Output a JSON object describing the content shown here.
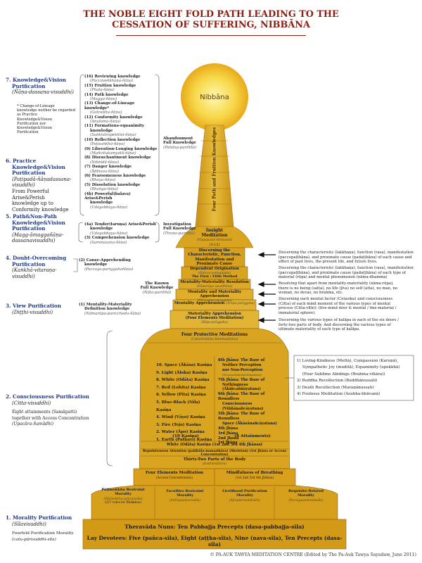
{
  "title_line1": "THE NOBLE EIGHT FOLD PATH LEADING TO THE",
  "title_line2": "CESSATION OF SUFFERING, NIBBĀNA",
  "nibbana": "Nibbāna",
  "tower_label": "Four Path and Fruition Knowledges",
  "stages": {
    "s7": {
      "h1": "7. Knowledge&Vision",
      "h2": "Purification",
      "p": "(Ñāṇa-dassana-visuddhi)"
    },
    "note": [
      "* Change-of-Lineage",
      "knowledge neither be regarded",
      "as Practice",
      "Knowledge&Vision",
      "Purification nor",
      "Knowledge&Vision",
      "Purification"
    ],
    "s6": {
      "h1": "6. Practice",
      "h2": "Knowledge&Vision",
      "h3": "Purification",
      "p1": "(Paṭipadā-ñāṇadassana-",
      "p2": "visuddhi)",
      "n1": "From Powerful Arise&Perish",
      "n2": "knowledge up to",
      "n3": "Conformity knowledge"
    },
    "s5": {
      "h1": "5. Path&Non-Path",
      "h2": "Knowledge&Vision",
      "h3": "Purification",
      "p1": "(Magg-āmaggañāṇa-",
      "p2": "dassanavisuddhi)"
    },
    "s4": {
      "h1": "4. Doubt-Overcoming",
      "h2": "Purification",
      "p1": "(Kaṅkhā-vitaraṇa-",
      "p2": "visuddhi)"
    },
    "s3": {
      "h1": "3. View Purification",
      "p1": "(Diṭṭhi-visuddhi)"
    },
    "s2": {
      "h1": "2. Consciousness Purification",
      "p1": "(Citta-visuddhi)",
      "n1": "Eight attainments (Samāpatti)",
      "n2": "together with Access Concentration",
      "n3": "(Upacāra-Samādhi)"
    },
    "s1": {
      "h1": "1. Morality Purification",
      "p1": "(Sīlavisuddhi)",
      "n1": "Fourfold Purification Morality",
      "n2": "(catu-pārisuddhi-sīla)"
    }
  },
  "knowledges": [
    {
      "k": "(16) Reviewing knowledge",
      "p": "(Paccavekkhaṇa-ñāṇa)"
    },
    {
      "k": "(15) Fruition knowledge",
      "p": "(Phala-ñāṇa)"
    },
    {
      "k": "(14) Path knowledge",
      "p": "(Magga-ñāṇa)"
    },
    {
      "k": "(13) Change-of-Lineage knowledge*",
      "p": "(Gotrabhu-ñāṇa)"
    },
    {
      "k": "(12) Conformity knowledge",
      "p": "(Anuloma-ñāṇa)"
    },
    {
      "k": "(11) Formations-equanimity",
      "k2": "knowledge",
      "p": "(Saṅkhārupekkhā-ñāṇa)"
    },
    {
      "k": "(10) Reflection knowledge",
      "p": "(Paṭisaṅkhā-ñāṇa)"
    },
    {
      "k": "(9) Liberation-Longing knowledge",
      "p": "(Muñcitukamyatā-ñāṇa)"
    },
    {
      "k": "(8) Disenchantment knowledge",
      "p": "(Nibbidā-ñāṇa)"
    },
    {
      "k": "(7) Danger knowledge",
      "p": "(Ādīnava-ñāṇa)"
    },
    {
      "k": "(6) Fearsomeness knowledge",
      "p": "(Bhaya-ñāṇa)"
    },
    {
      "k": "(5) Dissolution knowledge",
      "p": "(Bhaṅga-ñāṇa)"
    },
    {
      "k": "(4b) Powerful(balava) Arise&Perish",
      "k2": "knowledge",
      "p": "(Udayabbaya-ñāṇa)"
    }
  ],
  "knowledges_lower": [
    {
      "k": "(4a) Tender(taruṇa) Arise&Perish",
      "k2": "knowledge",
      "p": "(Udayabbaya-ñāṇa)"
    },
    {
      "k": "(3) Comprehension knowledge",
      "p": "(Sammasana-ñāṇa)"
    }
  ],
  "cause_knowledge": {
    "k": "(2) Cause-Apprehending",
    "k2": "knowledge",
    "p": "(Paccaya-pariggahañāṇa)"
  },
  "mentality_knowledge": {
    "k": "(1) Mentality-Materiality",
    "k2": "Definition knowledge",
    "p": "(Nāmarūpa-pariccheda-ñāṇa)"
  },
  "mid_labels": {
    "abandonment": [
      "Abandonment",
      "Full Knowledge"
    ],
    "abandonment_p": "(Pahāna-pariññā)",
    "investigation": [
      "Investigation",
      "Full Knowledge"
    ],
    "investigation_p": "(Tīraṇa-pariññā)",
    "known": [
      "The Known",
      "Full Knowledge"
    ],
    "known_p": "(Ñāta-pariññā)"
  },
  "pyramid": {
    "insight": [
      "Insight",
      "Meditation"
    ],
    "insight_p": "(Vipassanā-bhāvanā)",
    "insight_n": "(3-12)",
    "disc1": [
      "Discerning the",
      "Characteristic, Function,",
      "Manifestation and",
      "Proximate Cause"
    ],
    "dep": "Dependent Origination",
    "dep_p": "(Paṭicca-samuppāda)",
    "dep_m": "The First / Fifth Method",
    "mm_res": "Mentality-Materiality Resolution",
    "mm_res_p": "(Nāmarūpa-vavatthāna)",
    "mm_app": "Mentality and Materiality Apprehension",
    "mm_app_p": "(Nāmarūpa-pariggaha)",
    "m_app": "Mentality Apprehension",
    "m_app_p": "(Arūpa-pariggaha)",
    "mat_app": "Materiality Apprehension",
    "mat_app2": "(Four Elements Meditation)",
    "mat_app_p": "(Rūpa-pariggaha)",
    "four_prot": "Four Protective Meditations",
    "four_prot_p": "(Caturārakkha Kammaṭṭhāna)",
    "kasina": [
      "10. Space (Ākāsa) Kasiṇa",
      "9. Light (Āloka) Kasiṇa",
      "8. White (Odāta) Kasiṇa",
      "7. Red (Lohita) Kasiṇa",
      "6. Yellow (Pīta) Kasiṇa",
      "5. Blue-Black (Nīla) Kasiṇa",
      "4. Wind (Vāyo) Kasiṇa",
      "3. Fire (Tejo) Kasiṇa",
      "2. Water (Āpo) Kasiṇa",
      "1. Earth (Pathavī) Kasiṇa"
    ],
    "jhanas": [
      "8th Jhāna: The Base of",
      "Neither Perception",
      "nor Non-Perception",
      "(Nevasaññānāsaññāyatana)",
      "7th Jhāna: The Base of",
      "Nothingness (Ākiñcaññāyatana)",
      "6th Jhāna: The Base of Boundless",
      "Consciousness (Viññāṇañcāyatana)",
      "5th Jhāna: The Base of Boundless",
      "Space (Ākāsānañcāyatana)",
      "4th Jhāna",
      "3rd Jhāna",
      "2nd Jhāna",
      "1st Jhāna"
    ],
    "ten_kasina": "(10 Kasiṇa)",
    "eight_att": "(8 Attainments)",
    "white_kasina": "White (Odāta) Kasiṇa (1st 2nd 3rd 4th Jhānas)",
    "repulsive": "Repulsiveness Attention (paṭikūla-manasikāra) (Skeleton) (1st Jhāna or Access Concentration)",
    "thirty_two": "Thirty-Two Parts of the Body",
    "thirty_two_p": "(dvattiṃsākāra)",
    "four_elem": "Four Elements Meditation",
    "four_elem_p": "(Access Concentration)",
    "mindful": "Mindfulness of Breathing",
    "mindful_p": "(1st 2nd 3rd 4th Jhānas)",
    "sila": [
      {
        "t1": "Pāṭimokkha Restraint",
        "t2": "Morality",
        "p": "(Pāṭimokkha-saṃvarasīla)",
        "p2": "(227 rules for Bhikkhus)"
      },
      {
        "t1": "Faculties Restraint",
        "t2": "Morality",
        "p": "(Indriyasaṃvarasīla)"
      },
      {
        "t1": "Livelihood Purification",
        "t2": "Morality",
        "p": "(Ājīvapārisuddhisīla)"
      },
      {
        "t1": "Requisite-Related",
        "t2": "Morality",
        "p": "(Paccayasannissitasīla)"
      }
    ],
    "base1": "Theravāda Nuns: Ten Pabbajja Precepts (dasa-pabbajja-sīla)",
    "base2": "Lay Devotees: Five (pañca-sīla), Eight (aṭṭha-sīla), Nine (nava-sīla), Ten Precepts (dasa-sīla)"
  },
  "right_notes": {
    "n1": [
      "Discerning the characteristic (lakkhaṇa), function (rasa), manifestation",
      "(paccupaṭṭhāna), and proximate cause (padaṭṭhāna) of each cause and",
      "effect of past lives, the present life, and future lives."
    ],
    "n2": [
      "Discerning the characteristic (lakkhaṇa), function (rasa), manifestation",
      "(paccupaṭṭhāna), and proximate cause (padaṭṭhāna) of each type of",
      "material (rūpa) and mental phenomenon (nāma-dhamma)"
    ],
    "n3": [
      "Resolving that apart from mentality-materiality (nāma-rūpa),",
      "there is no being (satta), no life (jīva) no self (atta), no man, no",
      "woman, no devas, no brahma, etc."
    ],
    "n4": [
      "Discerning each mental factor (Cetasika) and consciousness",
      "(Citta) of each mind moment of the various types of mental",
      "process (Citta-vīthi): (five-mind door & mental / fine-material /",
      "immaterial sphere)."
    ],
    "n5": [
      "Discerning the various types of kalāpa in each of the six doors /",
      "forty-two parts of body. And discerning the various types of",
      "ultimate  materiality of each type of kalāpa."
    ],
    "prot": [
      "1) Loving-Kindness (Mettā), Compassion (Karuṇā),",
      "Sympathetic Joy (muditā), Equanimity (upekkhā)",
      "(Four Sublime Abidings (Brahma-vihāra))",
      "2) Buddha Recollection (Buddhānussati)",
      "3) Death Recollection (Maraṇānussati)",
      "4) Foulness Meditation (Asubha-bhāvanā)"
    ]
  },
  "footer": "© PA-AUK TAWYA MEDITATION CENTRE (Edited by The Pa-Auk Tawya Sayadaw, June 2011)",
  "colors": {
    "title": "#8a1f12",
    "stage": "#1f3b8c",
    "gold": "#d9a520",
    "gold_light": "#e8bc3a",
    "line": "#8a5a10"
  }
}
